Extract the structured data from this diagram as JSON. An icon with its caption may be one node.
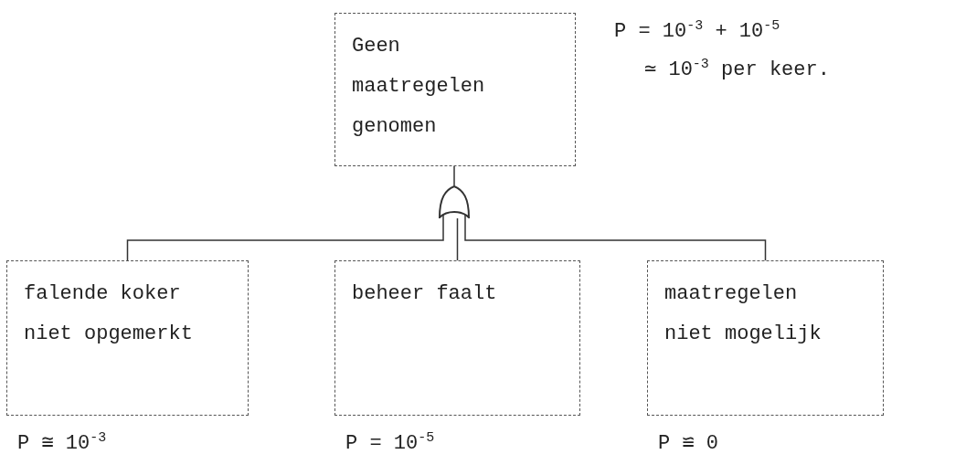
{
  "diagram": {
    "nodes": [
      {
        "text": [
          "Geen maatregelen genomen"
        ]
      },
      {
        "text": [],
        "shape": "gate"
      },
      {
        "text": [
          "falende koker niet opgemerkt"
        ],
        "beside": [
          "P ≅ 10$^{-3}$"
        ]
      },
      {
        "text": [
          "beheer faalt"
        ],
        "beside": [
          "P = 10$^{-5}$"
        ]
      },
      {
        "text": [
          "maatregelen niet mogelijk"
        ],
        "beside": [
          "P ≌ 0"
        ]
      }
    ],
    "edges": [
      {
        "from": 1,
        "to": 0,
        "arrow": "none"
      },
      {
        "from": 2,
        "to": 1,
        "arrow": "none"
      },
      {
        "from": 3,
        "to": 1,
        "arrow": "none"
      },
      {
        "from": 4,
        "to": 1,
        "arrow": "none"
      }
    ],
    "labels": [
      "P = 10$^{-3}$ + 10$^{-5}$",
      "≃ 10$^{-3}$ per keer."
    ]
  }
}
